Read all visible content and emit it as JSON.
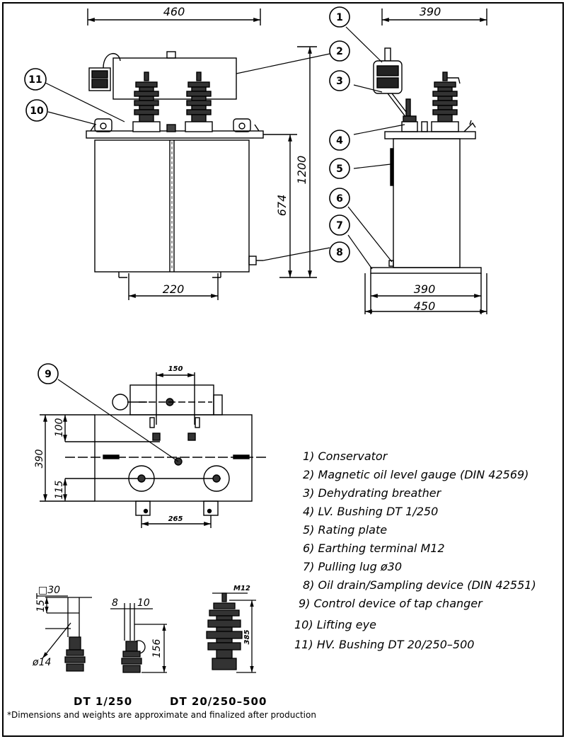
{
  "dimensions": {
    "width_front": "460",
    "width_side": "390",
    "height_total": "1200",
    "height_tank": "674",
    "wheel_gauge_front": "220",
    "base_inner_side": "390",
    "base_outer_side": "450",
    "top_conservator": "150",
    "top_depth": "390",
    "top_upper": "100",
    "top_lower": "115",
    "top_wheel_gauge": "265",
    "lv_square": "□30",
    "lv_top": "15",
    "lv_dia": "ø14",
    "lv_w1": "8",
    "lv_w2": "10",
    "lv_height": "156",
    "hv_thread": "M12",
    "hv_height": "385"
  },
  "callouts": [
    "1",
    "2",
    "3",
    "4",
    "5",
    "6",
    "7",
    "8",
    "9",
    "10",
    "11"
  ],
  "legend": [
    "1)  Conservator",
    "2)  Magnetic oil level gauge (DIN 42569)",
    "3)  Dehydrating breather",
    "4)  LV. Bushing DT 1/250",
    "5)  Rating plate",
    "6)  Earthing terminal M12",
    "7)  Pulling lug ø30",
    "8)  Oil drain/Sampling device (DIN 42551)",
    "9)  Control device of tap changer",
    "10)  Lifting eye",
    "11)  HV. Bushing DT 20/250–500"
  ],
  "bushing_labels": {
    "lv": "DT  1/250",
    "hv": "DT  20/250–500"
  },
  "footnote": "*Dimensions and weights are approximate and finalized after production"
}
